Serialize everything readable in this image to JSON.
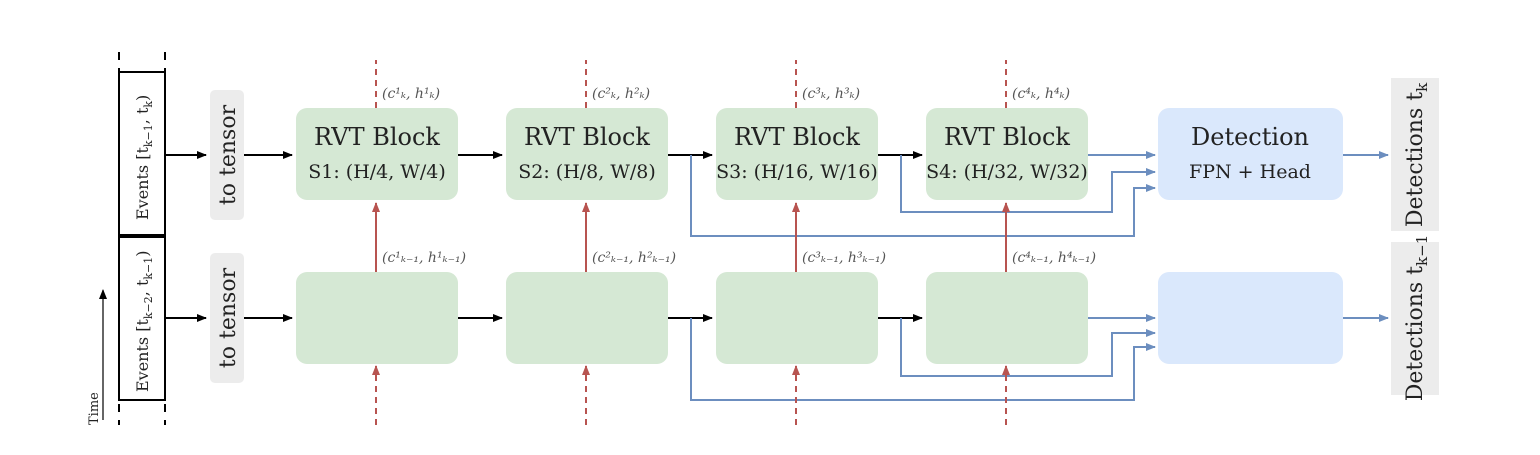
{
  "colors": {
    "rvt_block": "#d5e8d4",
    "detection_block": "#dae8fc",
    "tensor_box": "#ececec",
    "black_arrow": "#000000",
    "recurrent_arrow": "#b85450",
    "fpn_arrow": "#6c8ebf"
  },
  "time_axis": {
    "label": "Time"
  },
  "events": [
    {
      "label": "Events [t",
      "sub1": "k−1",
      "mid": ", t",
      "sub2": "k",
      "end": ")"
    },
    {
      "label": "Events [t",
      "sub1": "k−2",
      "mid": ", t",
      "sub2": "k−1",
      "end": ")"
    }
  ],
  "to_tensor": [
    "to tensor",
    "to tensor"
  ],
  "stages": [
    {
      "title": "RVT Block",
      "subtitle": "S1: (H/4, W/4)",
      "state_top": "(c¹ₖ, h¹ₖ)",
      "state_mid": "(c¹ₖ₋₁, h¹ₖ₋₁)"
    },
    {
      "title": "RVT Block",
      "subtitle": "S2: (H/8, W/8)",
      "state_top": "(c²ₖ, h²ₖ)",
      "state_mid": "(c²ₖ₋₁, h²ₖ₋₁)"
    },
    {
      "title": "RVT Block",
      "subtitle": "S3: (H/16, W/16)",
      "state_top": "(c³ₖ, h³ₖ)",
      "state_mid": "(c³ₖ₋₁, h³ₖ₋₁)"
    },
    {
      "title": "RVT Block",
      "subtitle": "S4: (H/32, W/32)",
      "state_top": "(c⁴ₖ, h⁴ₖ)",
      "state_mid": "(c⁴ₖ₋₁, h⁴ₖ₋₁)"
    }
  ],
  "detection": {
    "title": "Detection",
    "subtitle": "FPN + Head"
  },
  "detections_out": [
    {
      "label": "Detections t",
      "sub": "k"
    },
    {
      "label": "Detections t",
      "sub": "k−1"
    }
  ]
}
